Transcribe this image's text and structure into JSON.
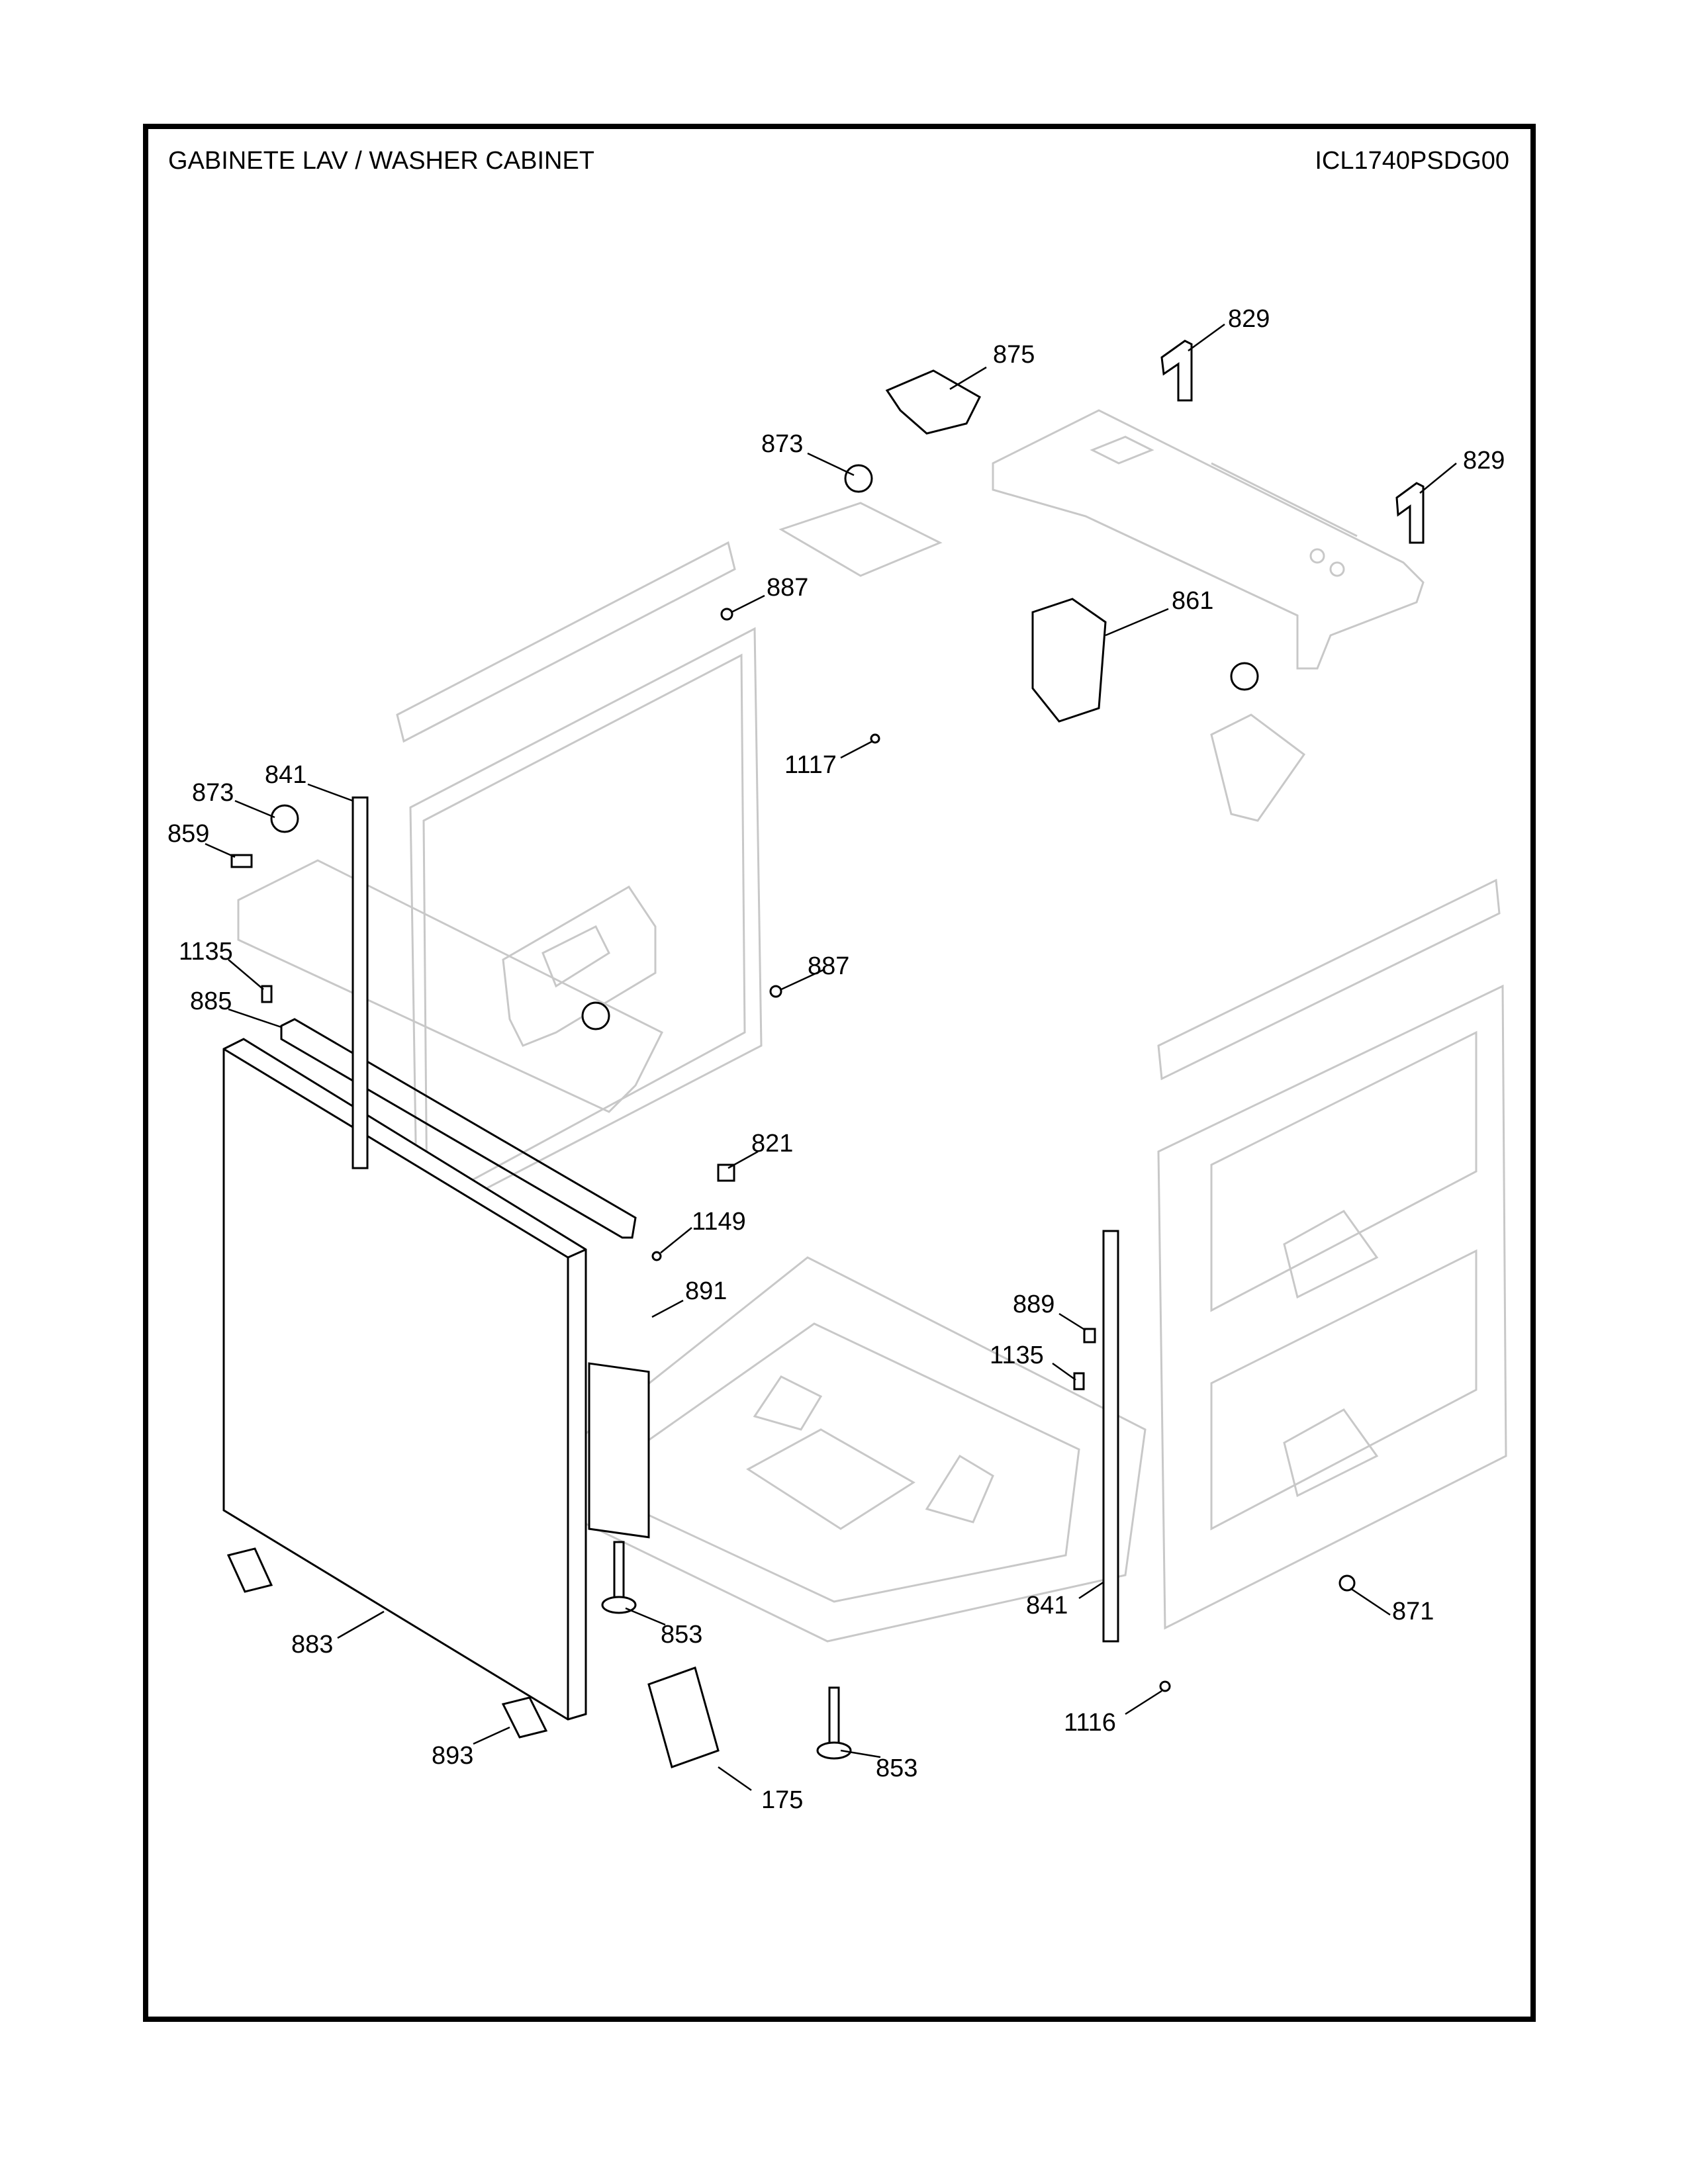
{
  "header": {
    "title": "GABINETE LAV / WASHER CABINET",
    "model": "ICL1740PSDG00"
  },
  "callouts": [
    {
      "id": "c875",
      "label": "875"
    },
    {
      "id": "c829a",
      "label": "829"
    },
    {
      "id": "c829b",
      "label": "829"
    },
    {
      "id": "c873a",
      "label": "873"
    },
    {
      "id": "c887a",
      "label": "887"
    },
    {
      "id": "c861",
      "label": "861"
    },
    {
      "id": "c1117",
      "label": "1117"
    },
    {
      "id": "c841a",
      "label": "841"
    },
    {
      "id": "c873b",
      "label": "873"
    },
    {
      "id": "c859",
      "label": "859"
    },
    {
      "id": "c1135a",
      "label": "1135"
    },
    {
      "id": "c887b",
      "label": "887"
    },
    {
      "id": "c885",
      "label": "885"
    },
    {
      "id": "c821",
      "label": "821"
    },
    {
      "id": "c1149",
      "label": "1149"
    },
    {
      "id": "c891",
      "label": "891"
    },
    {
      "id": "c889",
      "label": "889"
    },
    {
      "id": "c1135b",
      "label": "1135"
    },
    {
      "id": "c841b",
      "label": "841"
    },
    {
      "id": "c871",
      "label": "871"
    },
    {
      "id": "c853a",
      "label": "853"
    },
    {
      "id": "c883",
      "label": "883"
    },
    {
      "id": "c1116",
      "label": "1116"
    },
    {
      "id": "c893",
      "label": "893"
    },
    {
      "id": "c853b",
      "label": "853"
    },
    {
      "id": "c175",
      "label": "175"
    }
  ]
}
